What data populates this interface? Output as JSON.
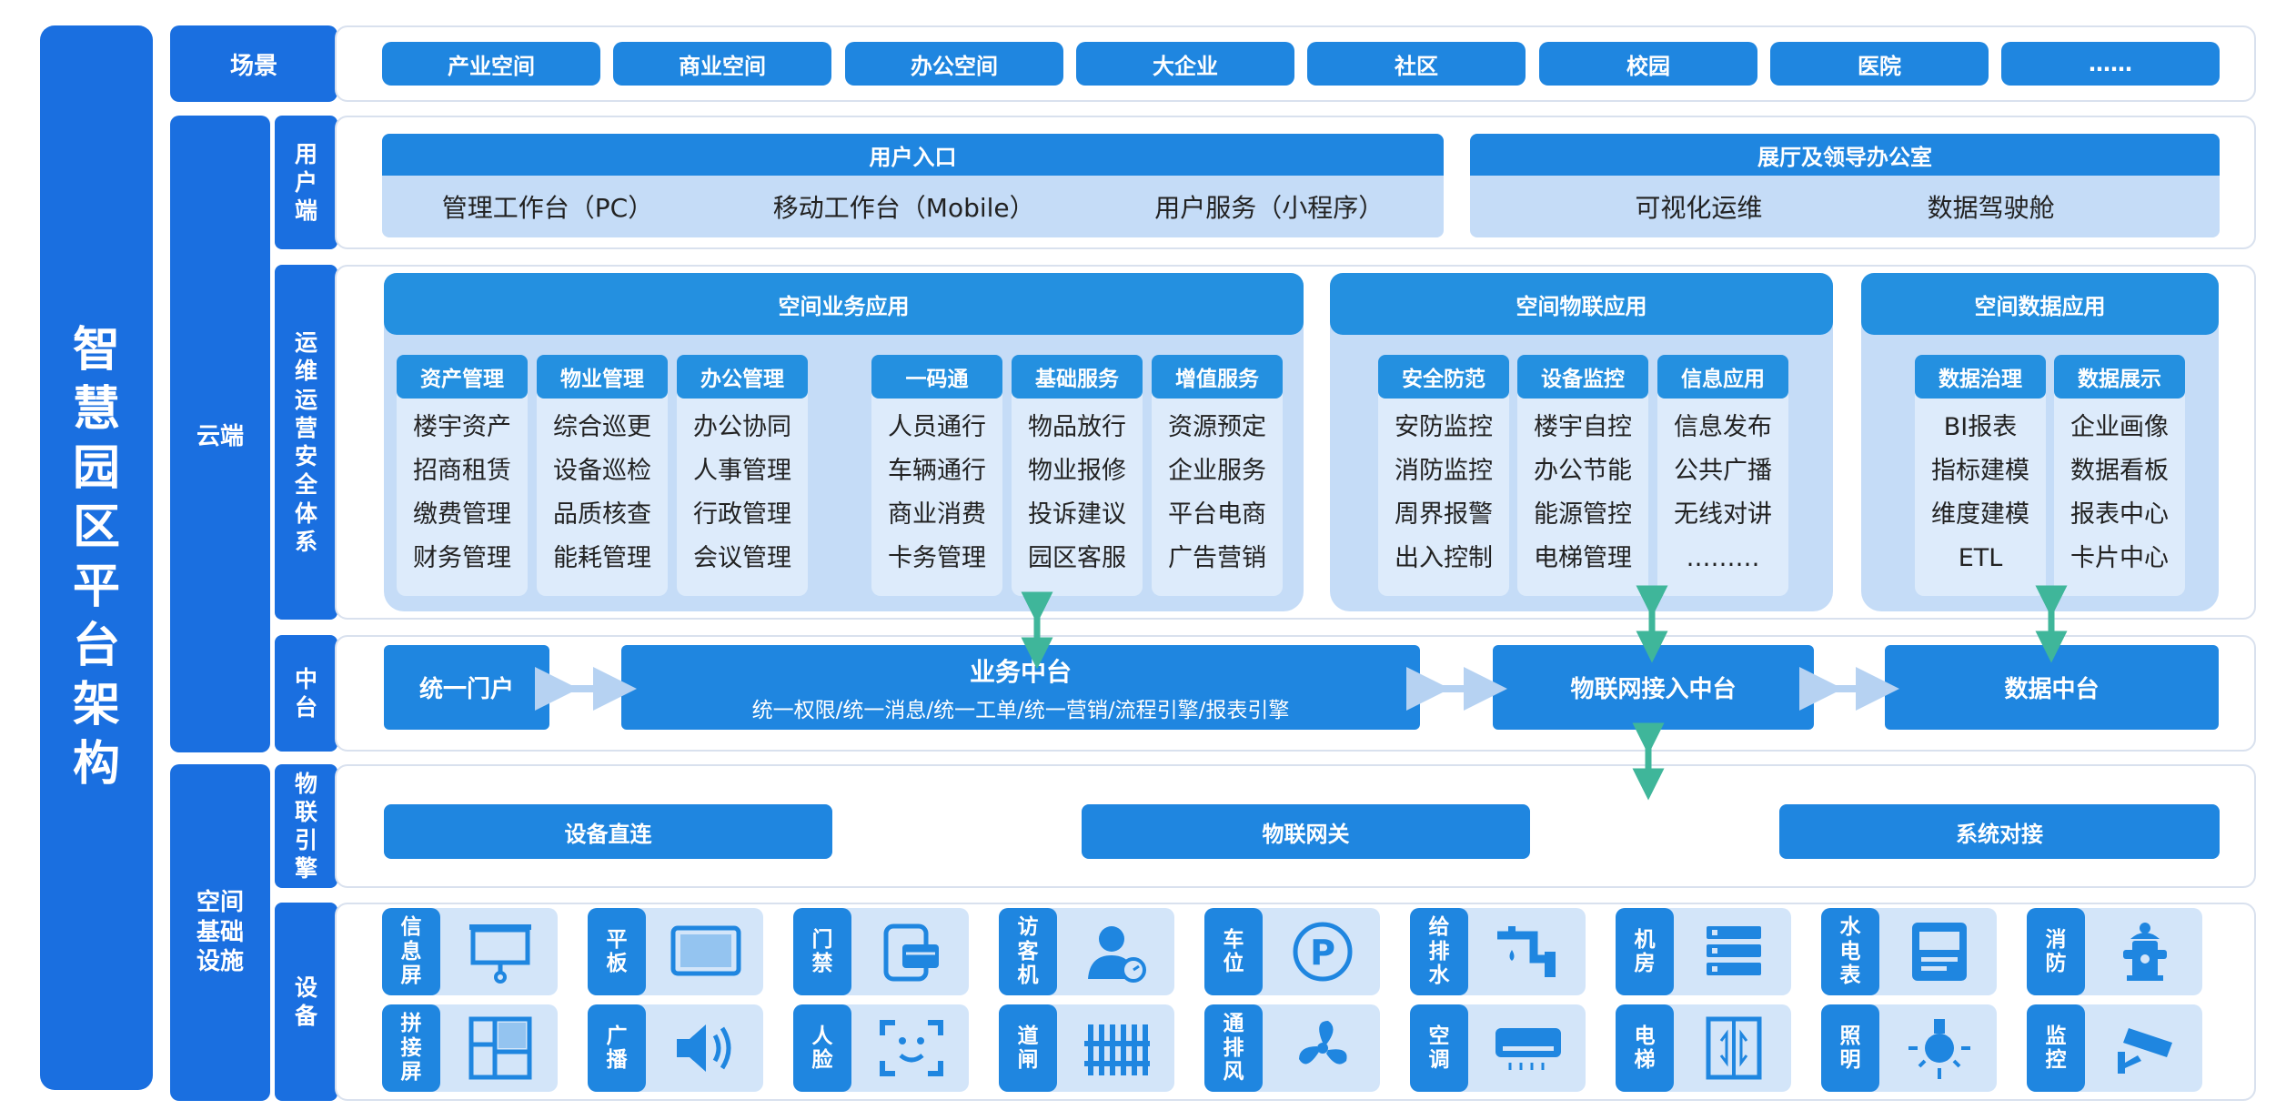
{
  "title": "智慧园区平台架构",
  "sections": {
    "scene": "场景",
    "cloud": "云端",
    "infra": "空间\n基础\n设施",
    "user_end": "用户端",
    "ops": "运维运营安全体系",
    "middle": "中台",
    "iot_engine": "物联引擎",
    "devices": "设备"
  },
  "scenes": [
    "产业空间",
    "商业空间",
    "办公空间",
    "大企业",
    "社区",
    "校园",
    "医院",
    "……"
  ],
  "user_entry": {
    "title": "用户入口",
    "items": [
      "管理工作台（PC）",
      "移动工作台（Mobile）",
      "用户服务（小程序）"
    ]
  },
  "exhibit": {
    "title": "展厅及领导办公室",
    "items": [
      "可视化运维",
      "数据驾驶舱"
    ]
  },
  "space_biz": {
    "title": "空间业务应用",
    "columns": [
      {
        "head": "资产管理",
        "items": [
          "楼宇资产",
          "招商租赁",
          "缴费管理",
          "财务管理"
        ]
      },
      {
        "head": "物业管理",
        "items": [
          "综合巡更",
          "设备巡检",
          "品质核查",
          "能耗管理"
        ]
      },
      {
        "head": "办公管理",
        "items": [
          "办公协同",
          "人事管理",
          "行政管理",
          "会议管理"
        ]
      },
      {
        "head": "一码通",
        "items": [
          "人员通行",
          "车辆通行",
          "商业消费",
          "卡务管理"
        ]
      },
      {
        "head": "基础服务",
        "items": [
          "物品放行",
          "物业报修",
          "投诉建议",
          "园区客服"
        ]
      },
      {
        "head": "增值服务",
        "items": [
          "资源预定",
          "企业服务",
          "平台电商",
          "广告营销"
        ]
      }
    ]
  },
  "space_iot": {
    "title": "空间物联应用",
    "columns": [
      {
        "head": "安全防范",
        "items": [
          "安防监控",
          "消防监控",
          "周界报警",
          "出入控制"
        ]
      },
      {
        "head": "设备监控",
        "items": [
          "楼宇自控",
          "办公节能",
          "能源管控",
          "电梯管理"
        ]
      },
      {
        "head": "信息应用",
        "items": [
          "信息发布",
          "公共广播",
          "无线对讲",
          "………"
        ]
      }
    ]
  },
  "space_data": {
    "title": "空间数据应用",
    "columns": [
      {
        "head": "数据治理",
        "items": [
          "BI报表",
          "指标建模",
          "维度建模",
          "ETL"
        ]
      },
      {
        "head": "数据展示",
        "items": [
          "企业画像",
          "数据看板",
          "报表中心",
          "卡片中心"
        ]
      }
    ]
  },
  "middle_platform": {
    "portal": "统一门户",
    "biz_title": "业务中台",
    "biz_sub": "统一权限/统一消息/统一工单/统一营销/流程引擎/报表引擎",
    "iot_access": "物联网接入中台",
    "data_platform": "数据中台"
  },
  "iot_engine": [
    "设备直连",
    "物联网关",
    "系统对接"
  ],
  "devices": [
    {
      "label": "信息屏",
      "icon": "projector-screen-icon"
    },
    {
      "label": "平板",
      "icon": "tablet-icon"
    },
    {
      "label": "门禁",
      "icon": "access-card-icon"
    },
    {
      "label": "访客机",
      "icon": "visitor-icon"
    },
    {
      "label": "车位",
      "icon": "parking-icon"
    },
    {
      "label": "给排水",
      "icon": "water-pipe-icon"
    },
    {
      "label": "机房",
      "icon": "server-room-icon"
    },
    {
      "label": "水电表",
      "icon": "meter-icon"
    },
    {
      "label": "消防",
      "icon": "fire-hydrant-icon"
    },
    {
      "label": "拼接屏",
      "icon": "video-wall-icon"
    },
    {
      "label": "广播",
      "icon": "speaker-icon"
    },
    {
      "label": "人脸",
      "icon": "face-scan-icon"
    },
    {
      "label": "道闸",
      "icon": "gate-icon"
    },
    {
      "label": "通排风",
      "icon": "fan-icon"
    },
    {
      "label": "空调",
      "icon": "air-conditioner-icon"
    },
    {
      "label": "电梯",
      "icon": "elevator-icon"
    },
    {
      "label": "照明",
      "icon": "light-bulb-icon"
    },
    {
      "label": "监控",
      "icon": "cctv-camera-icon"
    }
  ],
  "colors": {
    "primary": "#1a6fe0",
    "secondary": "#2490e0",
    "light": "#c5dcf7",
    "arrow": "#3fb69a"
  }
}
